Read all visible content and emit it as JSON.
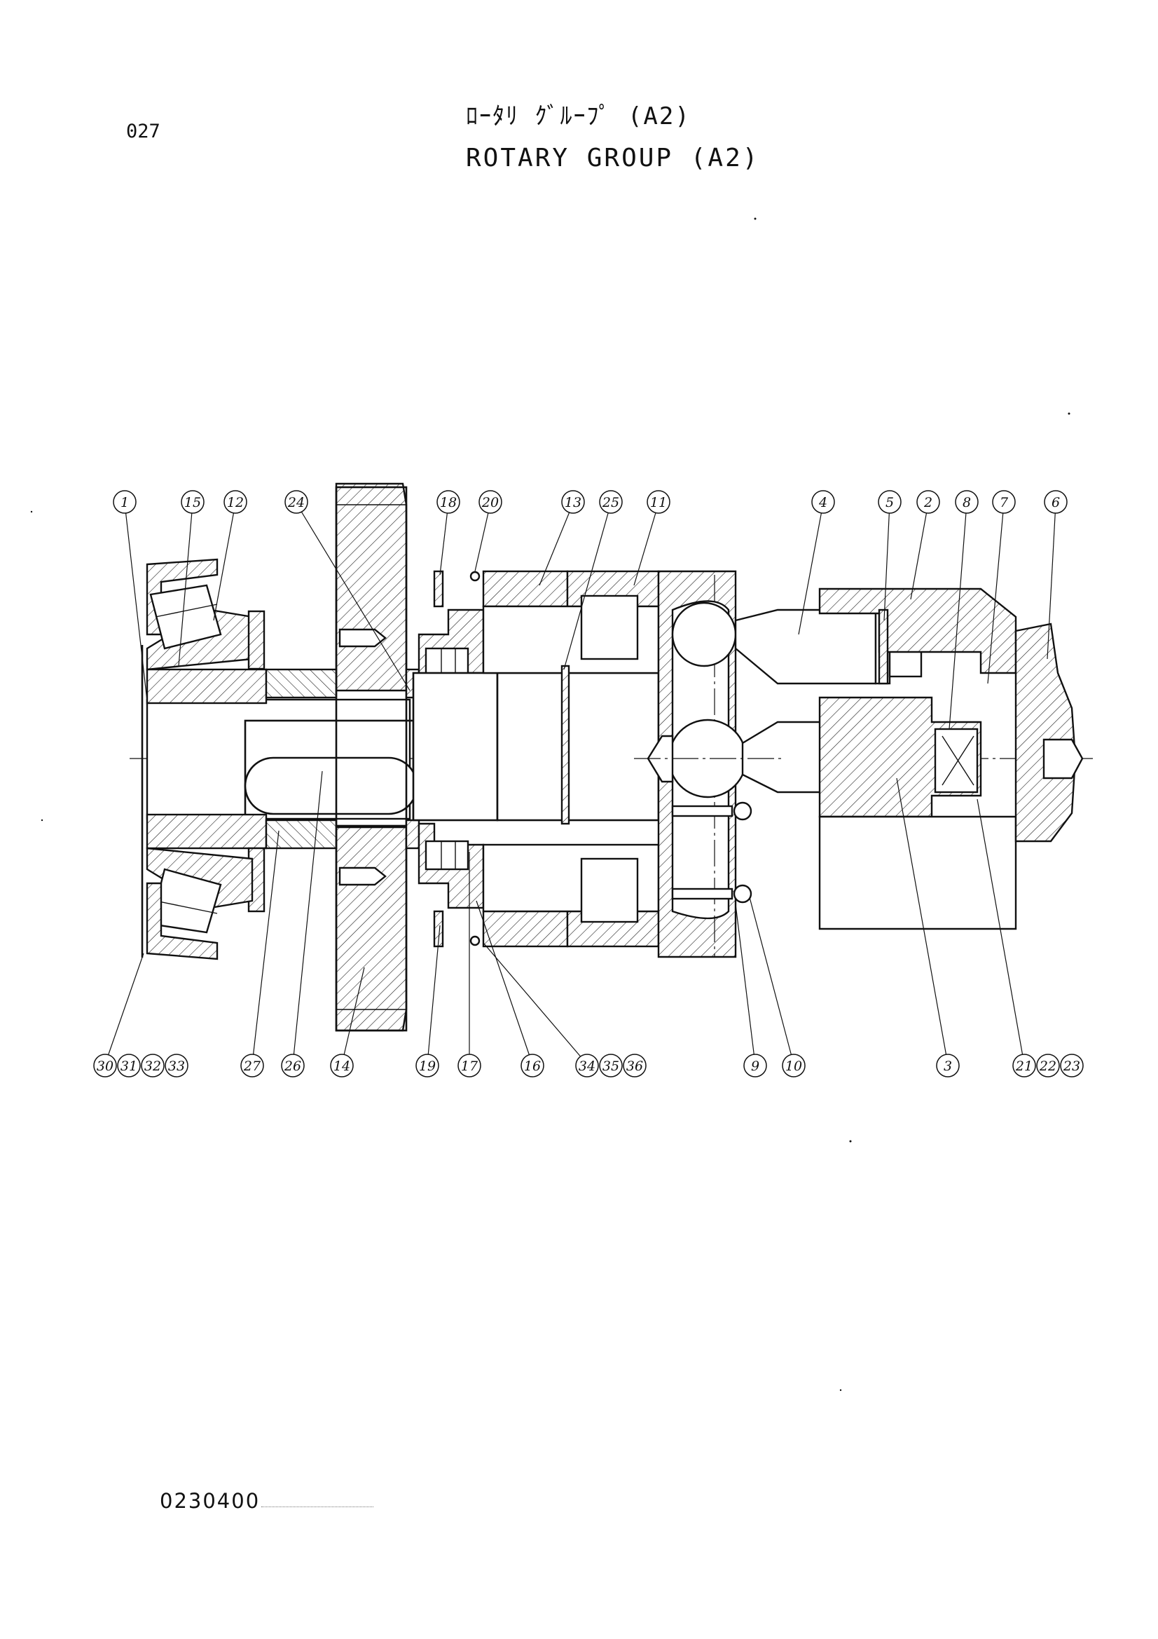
{
  "header": {
    "page_number": "027",
    "title_jp": "ﾛｰﾀﾘ ｸﾞﾙｰﾌﾟ (A2)",
    "title_en": "ROTARY GROUP (A2)"
  },
  "callouts_top": [
    "1",
    "15",
    "12",
    "24",
    "18",
    "20",
    "13",
    "25",
    "11",
    "4",
    "5",
    "2",
    "8",
    "7",
    "6"
  ],
  "callouts_bottom": [
    "30",
    "31",
    "32",
    "33",
    "27",
    "26",
    "14",
    "19",
    "17",
    "16",
    "34",
    "35",
    "36",
    "9",
    "10",
    "3",
    "21",
    "22",
    "23"
  ],
  "footer": {
    "drawing_code": "0230400"
  }
}
